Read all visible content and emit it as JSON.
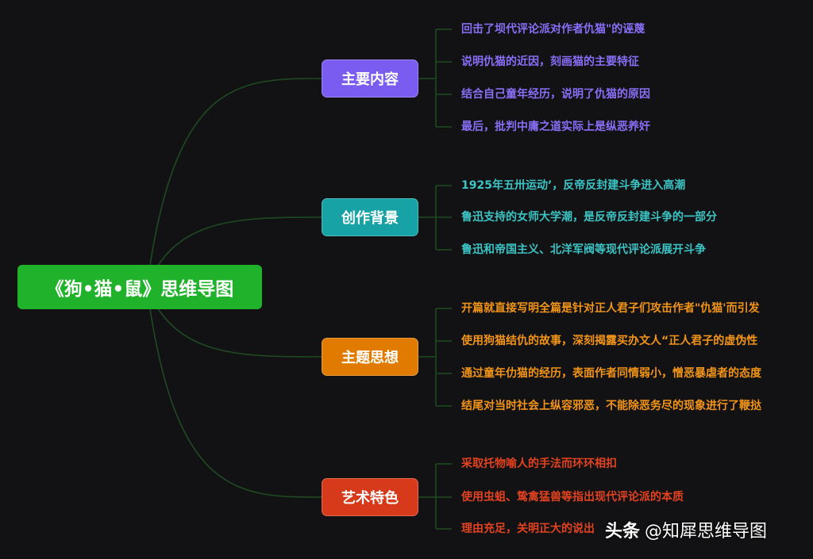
{
  "root": {
    "label": "《狗•猫•鼠》思维导图",
    "color": "#21b22b"
  },
  "branches": [
    {
      "label": "主要内容",
      "color": "#7b5cf0",
      "text_color": "#8a6ef7",
      "items": [
        "回击了坝代评论派对作者仇猫\"的诬蔑",
        "说明仇猫的近因，刻画猫的主要特征",
        "结合自己童年经历，说明了仇猫的原因",
        "最后，批判中庸之道实际上是纵恶养奸"
      ]
    },
    {
      "label": "创作背景",
      "color": "#17a3a5",
      "text_color": "#3cc3c3",
      "items": [
        "1925年五卅运动’，反帝反封建斗争进入高潮",
        "鲁迅支持的女师大学潮，是反帝反封建斗争的一部分",
        "鲁迅和帝国主义、北洋军阀等现代评论派展开斗争"
      ]
    },
    {
      "label": "主题思想",
      "color": "#e07b00",
      "text_color": "#f29418",
      "items": [
        "开篇就直接写明全篇是针对正人君子们攻击作者\"仇猫'而引发",
        "使用狗猫结仇的故事，深刻揭露买办文人“正人君子的虚伪性",
        "通过童年仂猫的经历，表面作者同情弱小，憎恶暴虐者的态度",
        "结尾对当时社会上纵容邪恶，不能除恶务尽的现象进行了鞭挞"
      ]
    },
    {
      "label": "艺术特色",
      "color": "#d63a1b",
      "text_color": "#e2421f",
      "items": [
        "采取托物喻人的手法而环环相扣",
        "使用虫蛆、鸷禽猛兽等指出现代评论派的本质",
        "理由充足，关明正大的说出"
      ]
    }
  ],
  "watermark": {
    "brand": "头条",
    "account": "@知犀思维导图"
  },
  "line_color": "#1f4a22"
}
